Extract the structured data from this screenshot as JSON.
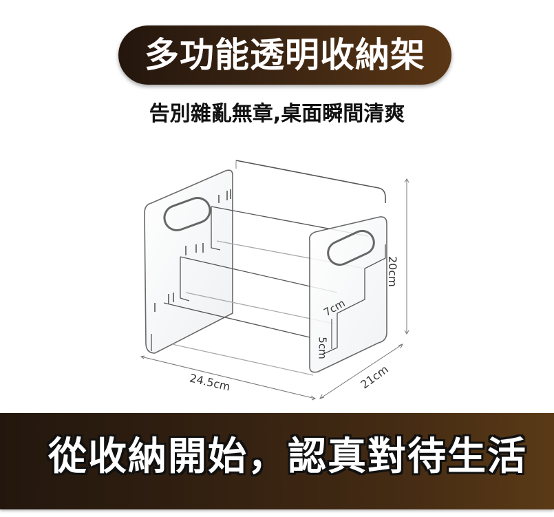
{
  "header": {
    "title": "多功能透明收納架",
    "subtitle": "告別雜亂無章,桌面瞬間清爽"
  },
  "product": {
    "image_subject": "clear-acrylic-three-tier-organizer",
    "dimensions": {
      "height": "20cm",
      "width": "24.5cm",
      "depth": "21cm",
      "middle_tier_height": "7cm",
      "bottom_tier_height": "5cm"
    }
  },
  "footer": {
    "slogan": "從收納開始，認真對待生活"
  },
  "colors": {
    "pill_dark": "#24160d",
    "pill_light": "#5a3614",
    "band_dark": "#23170d",
    "band_light": "#5a3a16",
    "text_white": "#ffffff",
    "text_dark": "#111111"
  }
}
